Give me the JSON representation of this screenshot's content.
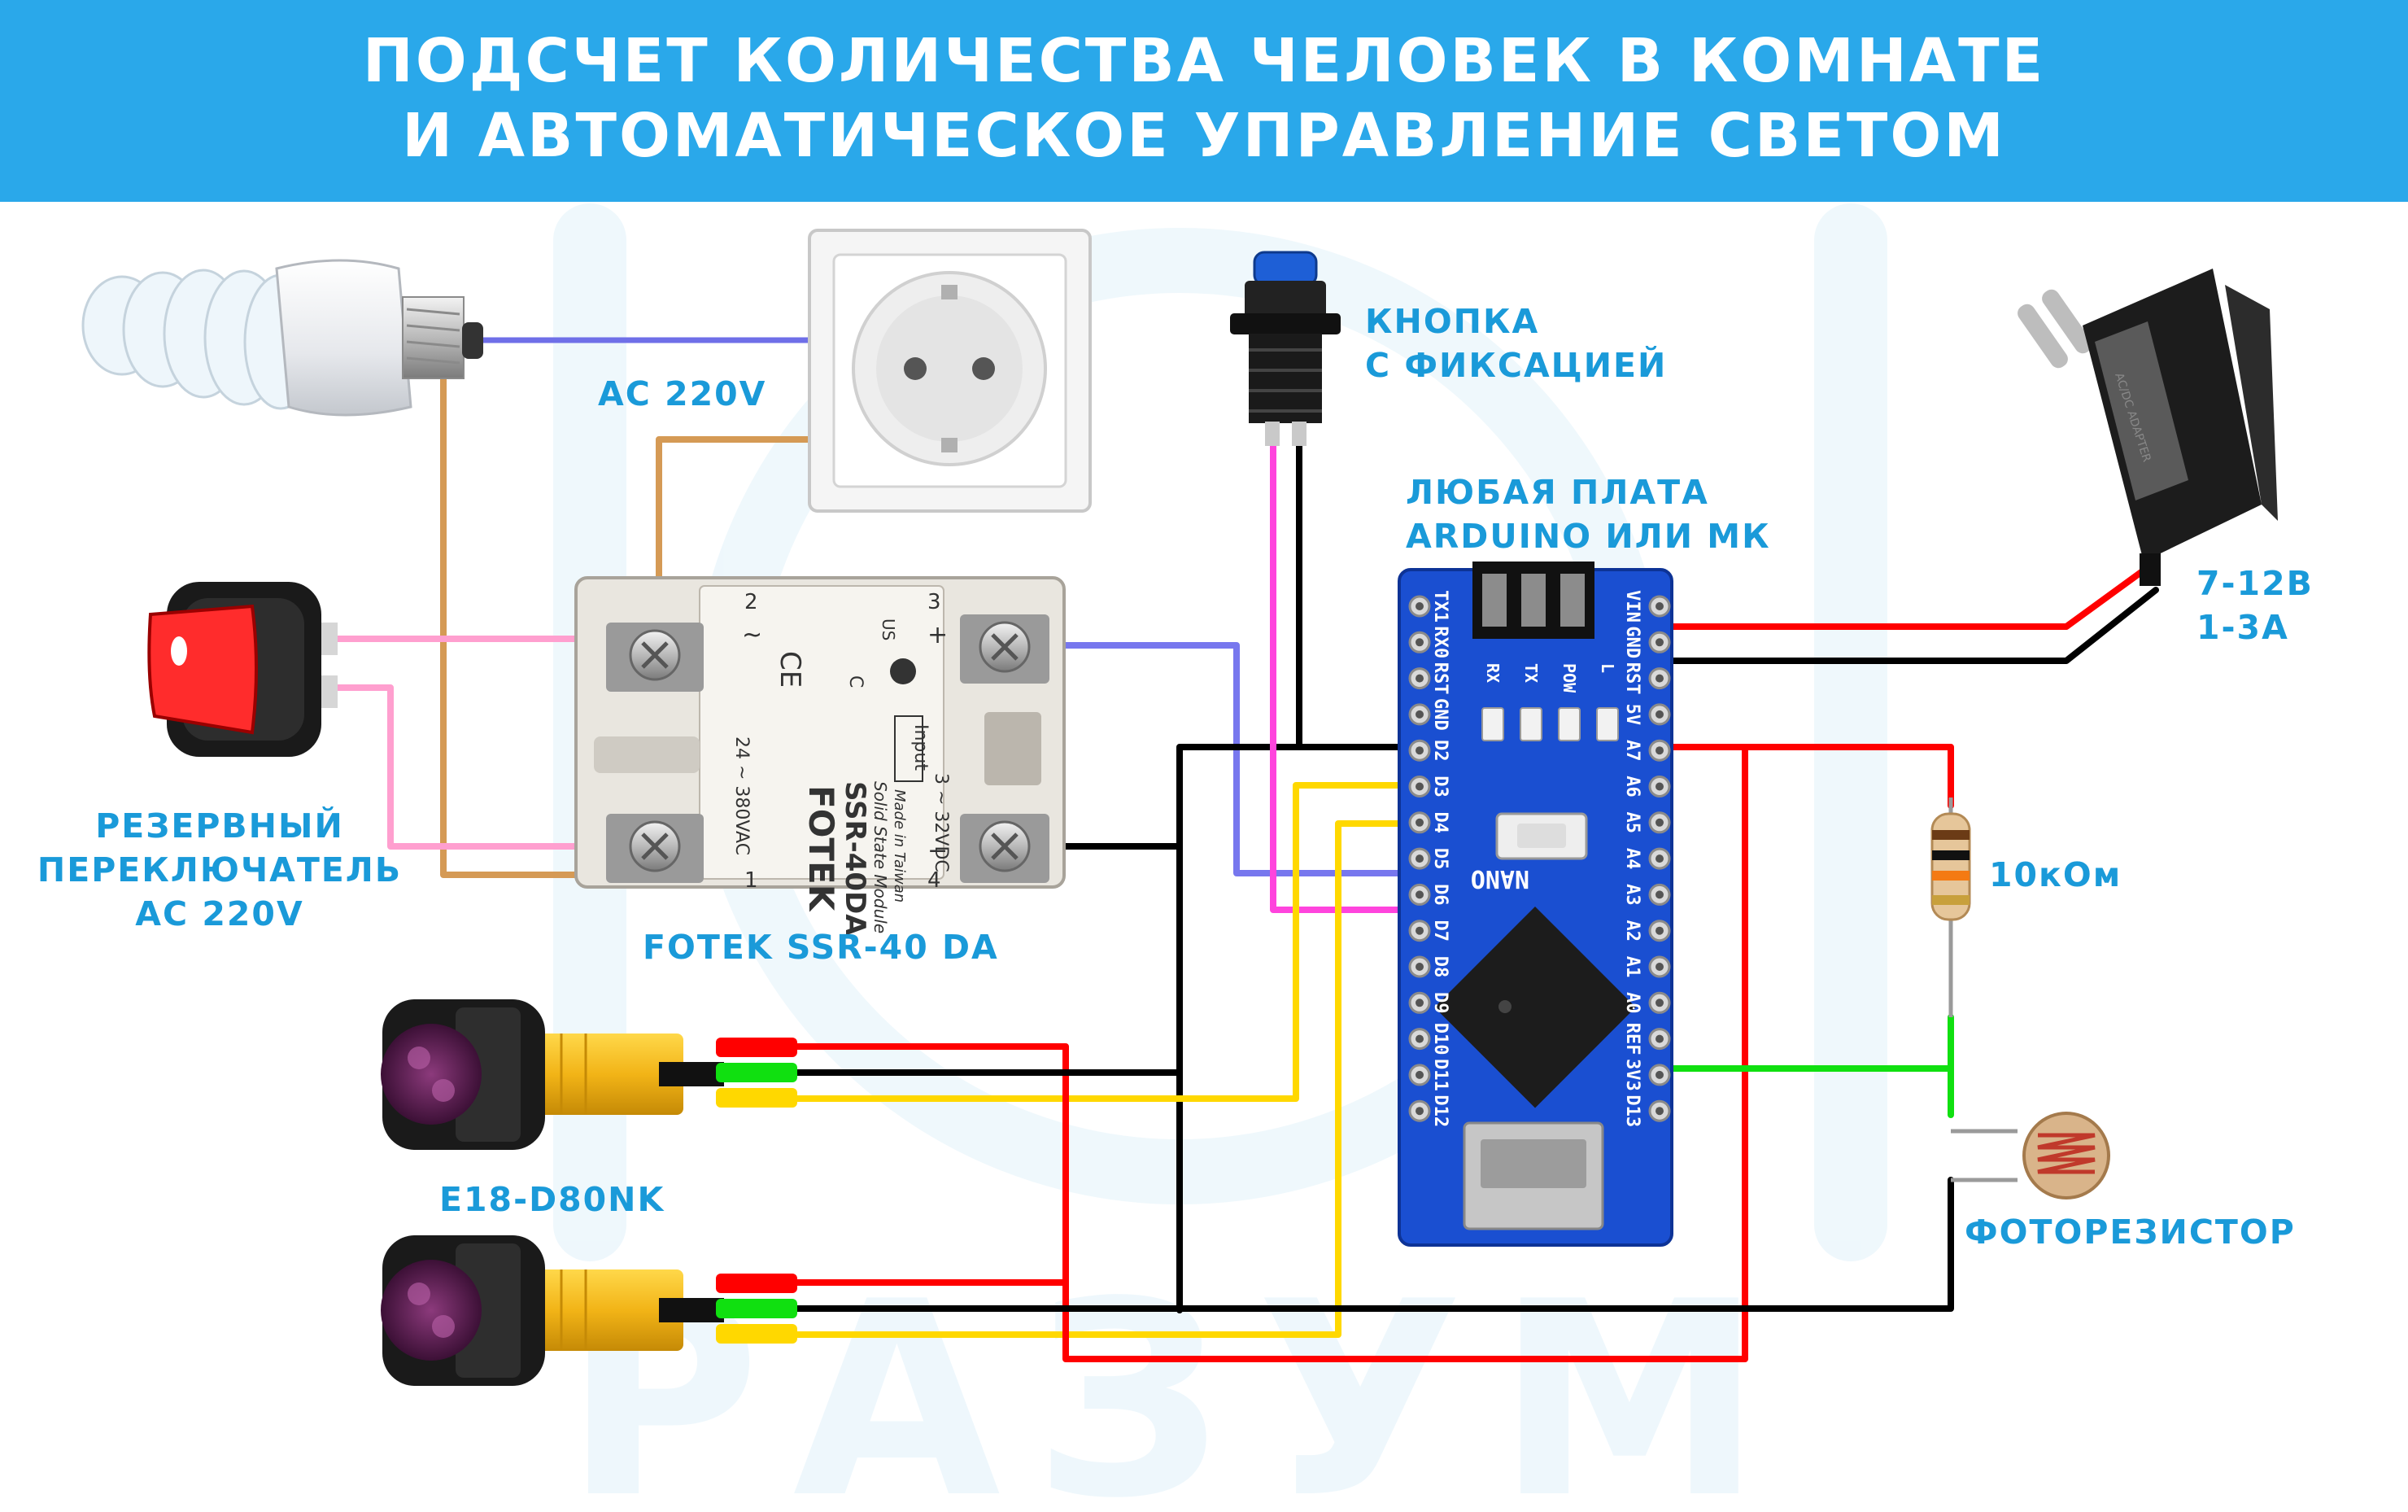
{
  "header": {
    "line1": "ПОДСЧЕТ КОЛИЧЕСТВА ЧЕЛОВЕК В КОМНАТЕ",
    "line2": "И АВТОМАТИЧЕСКОЕ УПРАВЛЕНИЕ СВЕТОМ"
  },
  "labels": {
    "ac220": "AC 220V",
    "button_line1": "КНОПКА",
    "button_line2": "С ФИКСАЦИЕЙ",
    "board_line1": "ЛЮБАЯ ПЛАТА",
    "board_line2": "ARDUINO ИЛИ МК",
    "power_line1": "7-12В",
    "power_line2": "1-3А",
    "switch_line1": "РЕЗЕРВНЫЙ",
    "switch_line2": "ПЕРЕКЛЮЧАТЕЛЬ",
    "switch_line3": "AC 220V",
    "relay": "FOTEK SSR-40 DA",
    "resistor": "10кОм",
    "sensor": "E18-D80NK",
    "photoresistor": "ФОТОРЕЗИСТОР"
  },
  "relay_face": {
    "brand": "FOTEK",
    "model": "SSR-40DA",
    "subtitle": "Solid State Module",
    "origin": "Made in Taiwan",
    "ac_range": "24 ~ 380VAC",
    "dc_range": "3 ~ 32VDC",
    "input": "Input",
    "t1": "1",
    "t2": "2",
    "t3": "3",
    "t4": "4",
    "plus": "+",
    "minus": "−",
    "tilde": "~",
    "ce": "CE",
    "c": "C",
    "us": "US"
  },
  "board": {
    "left_pins": [
      "TX1",
      "RX0",
      "RST",
      "GND",
      "D2",
      "D3",
      "D4",
      "D5",
      "D6",
      "D7",
      "D8",
      "D9",
      "D10",
      "D11",
      "D12"
    ],
    "right_pins": [
      "VIN",
      "GND",
      "RST",
      "5V",
      "A7",
      "A6",
      "A5",
      "A4",
      "A3",
      "A2",
      "A1",
      "A0",
      "REF",
      "3V3",
      "D13"
    ],
    "leds": [
      "RX",
      "TX",
      "POW",
      "L"
    ],
    "chip_label": "NANO"
  },
  "adapter": {
    "label": "AC/DC ADAPTER"
  },
  "watermark": "РАЗУМ",
  "colors": {
    "header": "#2aa8ea",
    "label": "#1a9ad9",
    "wire_red": "#ff0000",
    "wire_black": "#000000",
    "wire_yellow": "#ffd800",
    "wire_green": "#10e010",
    "wire_pink": "#ff44dd",
    "wire_pink_light": "#ff9fcf",
    "wire_orange": "#d59a55",
    "wire_blue": "#7777ee",
    "board": "#1a4fd1"
  }
}
